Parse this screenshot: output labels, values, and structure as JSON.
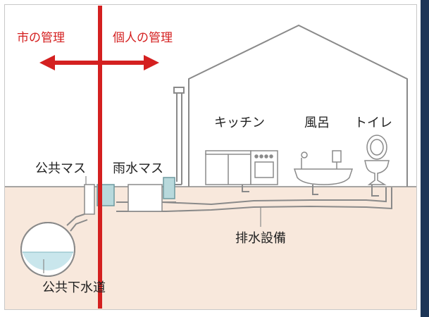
{
  "labels": {
    "city": "市の管理",
    "individual": "個人の管理",
    "kitchen": "キッチン",
    "bath": "風呂",
    "toilet": "トイレ",
    "public_basin": "公共マス",
    "rain_basin": "雨水マス",
    "drainage": "排水設備",
    "sewer": "公共下水道"
  },
  "colors": {
    "accent_red": "#d42020",
    "ground": "#f8e8dc",
    "water": "#c9e6ec",
    "line": "#7c7c7c",
    "frame_bar": "#1d3557"
  }
}
